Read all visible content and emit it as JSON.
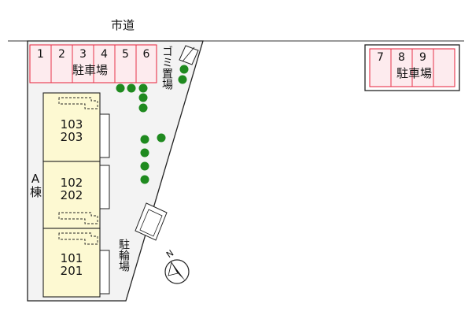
{
  "road_label": "市道",
  "parking_main": {
    "spaces": [
      "1",
      "2",
      "3",
      "4",
      "5",
      "6"
    ],
    "label": "駐車場"
  },
  "parking_side": {
    "spaces": [
      "7",
      "8",
      "9"
    ],
    "label": "駐車場"
  },
  "garbage_label": "ゴミ置場",
  "bicycle_label": "駐輪場",
  "building_label": "A棟",
  "units": [
    {
      "top": "103",
      "bottom": "203"
    },
    {
      "top": "102",
      "bottom": "202"
    },
    {
      "top": "101",
      "bottom": "201"
    }
  ],
  "compass_label": "N",
  "colors": {
    "parking_line": "#e8334a",
    "parking_fill": "#fdebee",
    "building_fill": "#fdf9d2",
    "tree": "#1f8a1f",
    "site_fill": "#f3f3f3"
  }
}
